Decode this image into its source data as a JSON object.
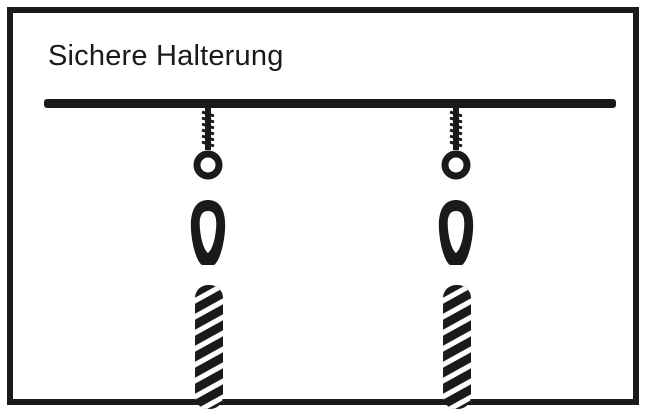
{
  "title": "Sichere Halterung",
  "colors": {
    "ink": "#1a1a1a",
    "background": "#ffffff"
  },
  "hardware": {
    "count": 2,
    "components": [
      "rod",
      "eye-screw",
      "carabiner-link",
      "twisted-rope"
    ]
  }
}
